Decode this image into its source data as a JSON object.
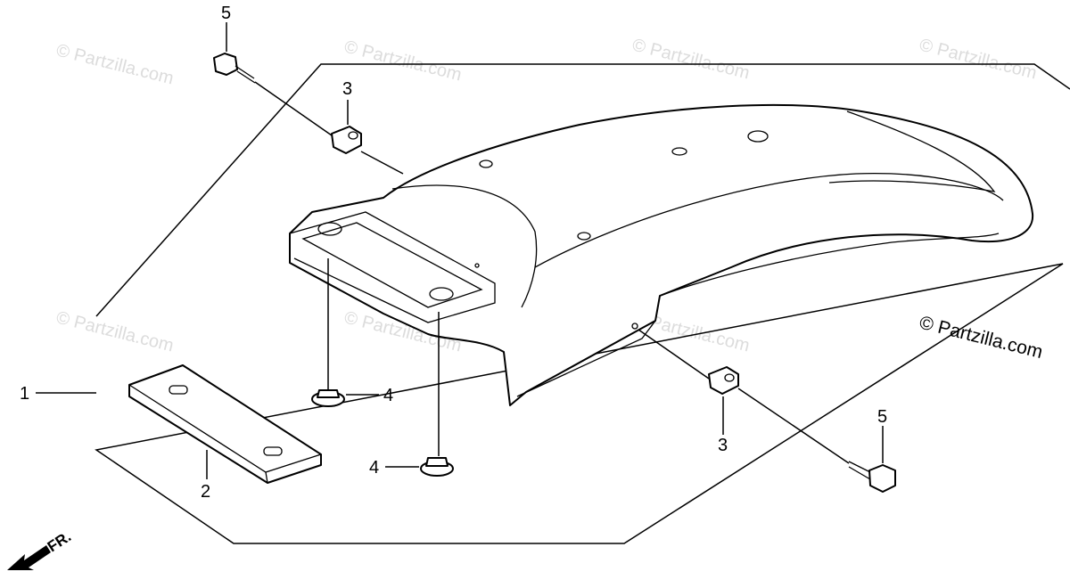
{
  "credit": "© Partzilla.com",
  "watermark": "© Partzilla.com",
  "direction_label": "FR.",
  "callouts": {
    "c1": "1",
    "c2": "2",
    "c3a": "3",
    "c3b": "3",
    "c4a": "4",
    "c4b": "4",
    "c5a": "5",
    "c5b": "5"
  }
}
